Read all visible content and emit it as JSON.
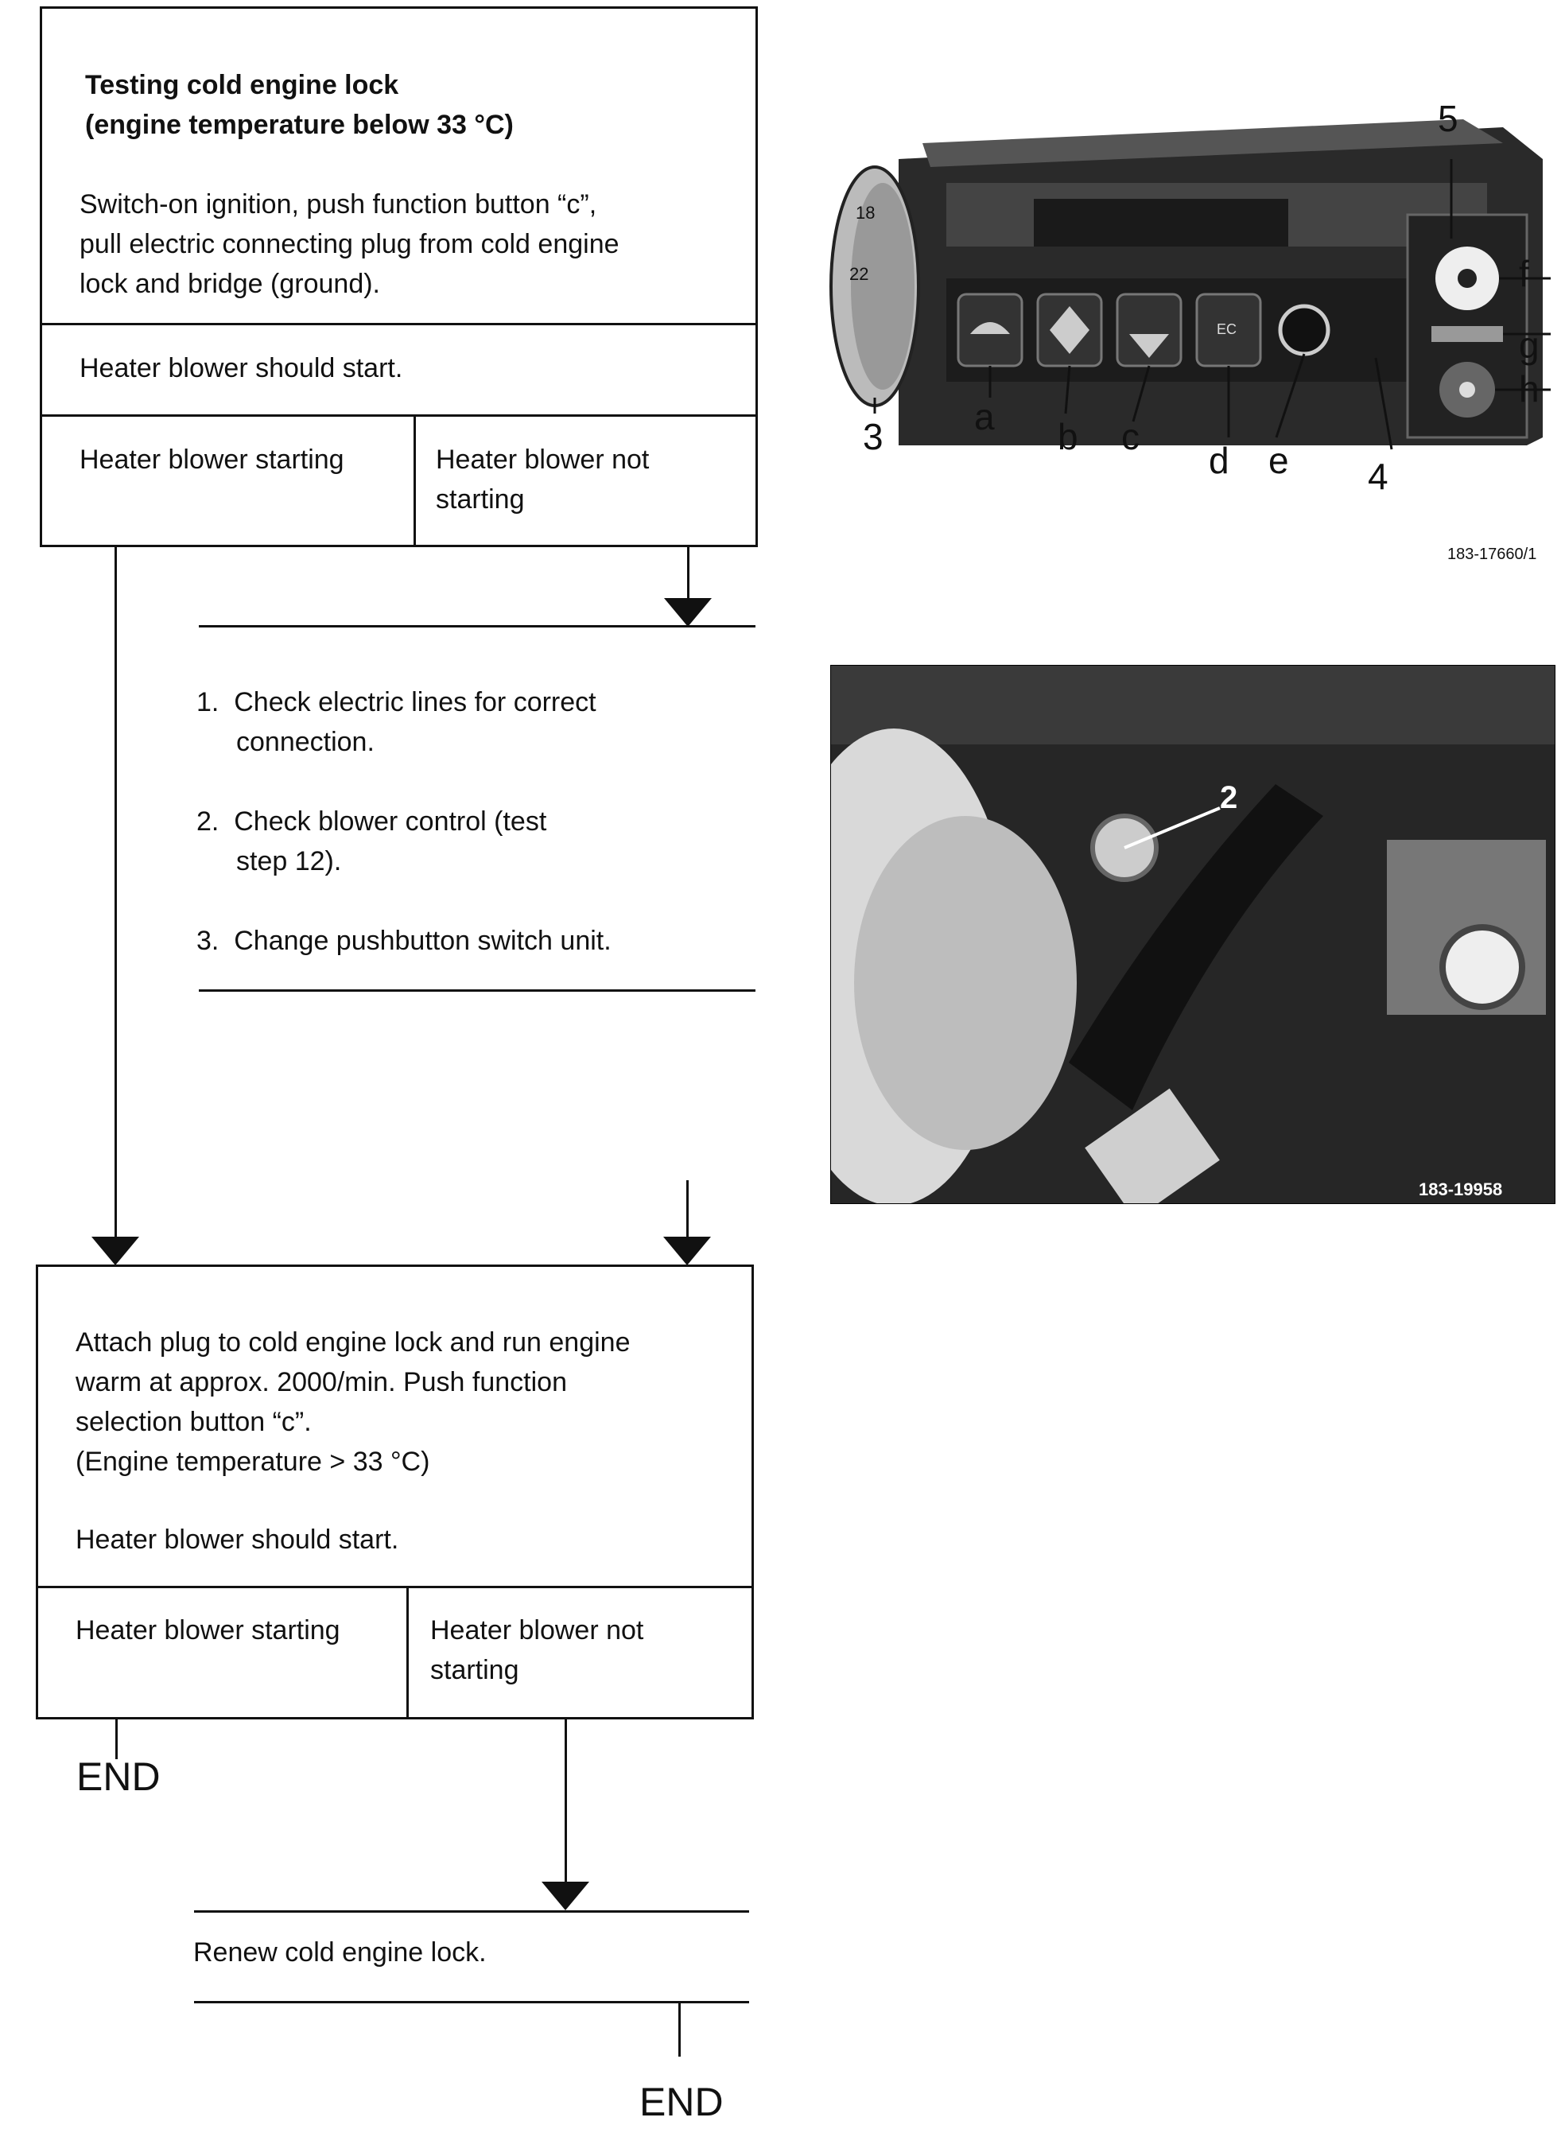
{
  "box1": {
    "title_line1": "Testing cold engine lock",
    "title_line2": "(engine temperature below 33 °C)",
    "instructions": [
      "Switch-on ignition, push function button “c”,",
      "pull electric connecting plug from cold engine",
      "lock and bridge (ground)."
    ],
    "expectation": "Heater blower should start.",
    "branch_yes": "Heater blower starting",
    "branch_no_line1": "Heater blower not",
    "branch_no_line2": "starting"
  },
  "checks": [
    {
      "line1": "1.  Check electric lines for correct",
      "line2": "connection."
    },
    {
      "line1": "2.  Check blower control (test",
      "line2": "step 12)."
    },
    {
      "line1": "3.  Change pushbutton switch unit.",
      "line2": ""
    }
  ],
  "box2": {
    "instructions": [
      "Attach plug to cold engine lock and run engine",
      "warm at approx. 2000/min. Push function",
      "selection button “c”.",
      "(Engine temperature > 33 °C)"
    ],
    "expectation": "Heater blower should start.",
    "branch_yes": "Heater blower starting",
    "branch_no_line1": "Heater blower not",
    "branch_no_line2": "starting"
  },
  "end_left": "END",
  "renew": "Renew cold engine lock.",
  "end_bottom": "END",
  "figure1": {
    "caption": "183-17660/1",
    "labels": [
      "3",
      "a",
      "b",
      "c",
      "d",
      "e",
      "4",
      "5",
      "f",
      "g",
      "h"
    ],
    "button_text": "EC",
    "dial_numbers": [
      "18",
      "22"
    ]
  },
  "figure2": {
    "caption": "183-19958",
    "label": "2"
  }
}
